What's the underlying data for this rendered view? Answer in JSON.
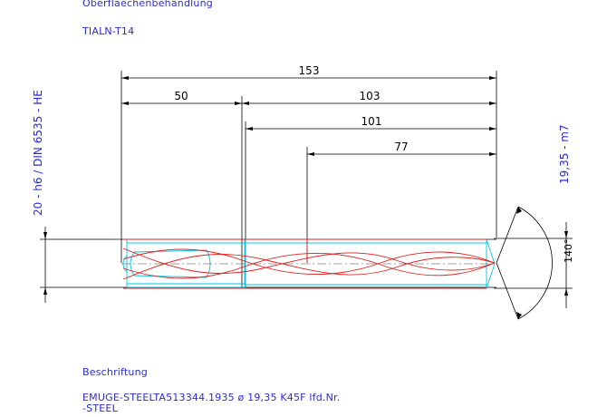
{
  "header": {
    "surface_label": "Oberflaechenbehandlung",
    "coating": "TIALN-T14"
  },
  "left_note": "20 - h6 / DIN 6535 - HE",
  "right_note": "19,35 - m7",
  "angle_label": "140°",
  "dimensions": {
    "overall": "153",
    "shank": "50",
    "body": "103",
    "flute_length": "101",
    "cutting_length": "77"
  },
  "footer": {
    "label": "Beschriftung",
    "line1": "EMUGE-STEELTA513344.1935 ø 19,35  K45F lfd.Nr.",
    "line2": "-STEEL"
  },
  "colors": {
    "dimension": "#000000",
    "text": "#2b2bd6",
    "outline": "#00c8e0",
    "flutes": "#e02020"
  }
}
